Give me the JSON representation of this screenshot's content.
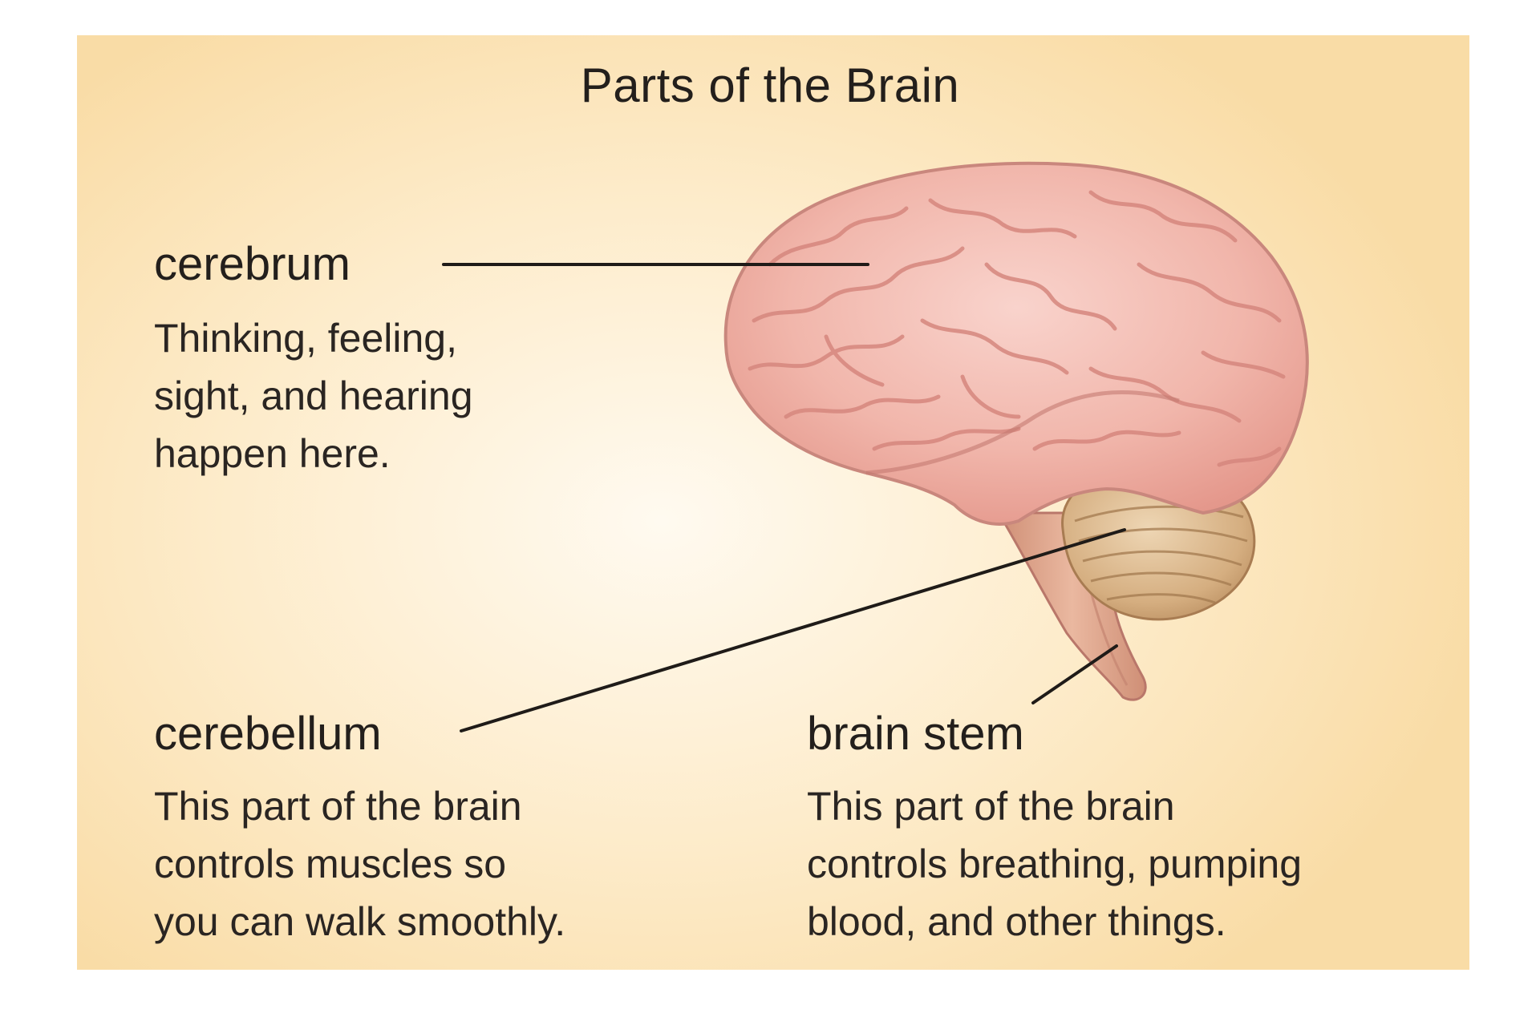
{
  "diagram": {
    "title": "Parts of the Brain",
    "parts": {
      "cerebrum": {
        "name": "cerebrum",
        "description": "Thinking, feeling,\nsight, and hearing\nhappen here."
      },
      "cerebellum": {
        "name": "cerebellum",
        "description": "This part of the brain\ncontrols muscles so\nyou can walk smoothly."
      },
      "brain_stem": {
        "name": "brain stem",
        "description": "This part of the brain\ncontrols breathing, pumping\nblood, and other things."
      }
    }
  },
  "colors": {
    "background": "#fbe3b5",
    "cerebrum": "#f2b8ae",
    "cerebellum": "#d8b48a",
    "brain_stem": "#e2a98f",
    "leader_line": "#1f1b18"
  }
}
